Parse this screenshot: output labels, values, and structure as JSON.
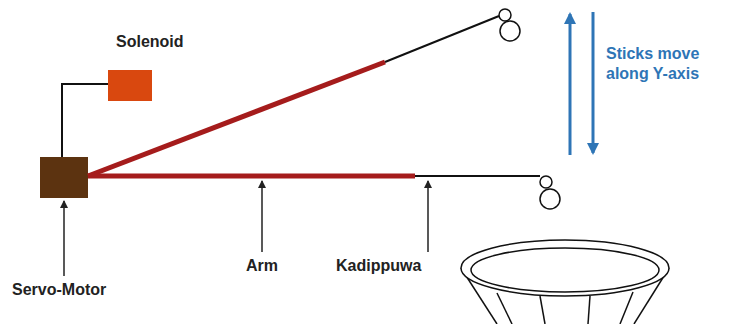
{
  "diagram": {
    "nodes": [
      {
        "text": [
          "Solenoid"
        ]
      }
    ],
    "labels": [
      "Servo-Motor",
      "Arm",
      "Kadippuwa",
      "Sticks move along Y-axis"
    ]
  }
}
